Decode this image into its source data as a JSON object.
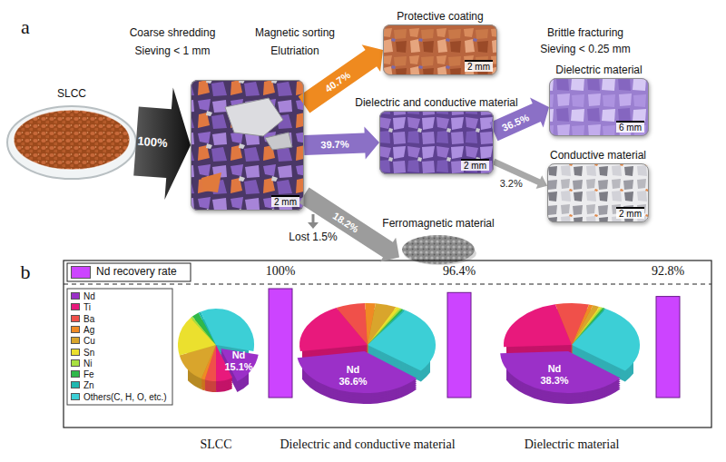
{
  "diagram": {
    "nodes": [
      {
        "text": [
          "SLCC"
        ]
      },
      {
        "text": [
          "2 mm"
        ]
      },
      {
        "text": [
          "Protective coating",
          "2 mm"
        ]
      },
      {
        "text": [
          "Dielectric and conductive material",
          "2 mm"
        ]
      },
      {
        "text": [
          "Ferromagnetic material"
        ]
      },
      {
        "text": [
          "Dielectric material",
          "6 mm"
        ]
      },
      {
        "text": [
          "Conductive material",
          "2 mm"
        ]
      }
    ],
    "edges": [
      {
        "from": 0,
        "to": 1,
        "label": "100%",
        "arrow": "to"
      },
      {
        "from": 1,
        "to": 2,
        "label": "40.7%",
        "arrow": "to"
      },
      {
        "from": 1,
        "to": 3,
        "label": "39.7%",
        "arrow": "to"
      },
      {
        "from": 1,
        "to": 4,
        "label": "18.2%",
        "arrow": "to"
      },
      {
        "from": 3,
        "to": 5,
        "label": "36.5%",
        "arrow": "to"
      },
      {
        "from": 3,
        "to": 6,
        "label": "3.2%",
        "arrow": "to"
      }
    ],
    "labels": [
      "a",
      "Coarse shredding",
      "Sieving < 1 mm",
      "Magnetic sorting",
      "Elutriation",
      "Lost 1.5%",
      "Brittle fracturing",
      "Sieving < 0.25 mm",
      "b",
      "100%",
      "96.4%",
      "92.8%",
      "Nd 15.1%",
      "Nd 36.6%",
      "Nd 38.3%",
      "SLCC",
      "Dielectric and conductive material",
      "Dielectric material"
    ],
    "legend": [
      {
        "text": "Nd recovery rate",
        "color": "#cc44ff"
      },
      {
        "text": "Nd",
        "color": "#9b30c8"
      },
      {
        "text": "Ti",
        "color": "#e8197c"
      },
      {
        "text": "Ba",
        "color": "#f0504a"
      },
      {
        "text": "Ag",
        "color": "#f08a24"
      },
      {
        "text": "Cu",
        "color": "#d9a52c"
      },
      {
        "text": "Sn",
        "color": "#ebe02e"
      },
      {
        "text": "Ni",
        "color": "#a8e040"
      },
      {
        "text": "Fe",
        "color": "#2fb84a"
      },
      {
        "text": "Zn",
        "color": "#1fb8b0"
      },
      {
        "text": "Others(C, H, O, etc.)",
        "color": "#3ccfd6"
      }
    ]
  }
}
